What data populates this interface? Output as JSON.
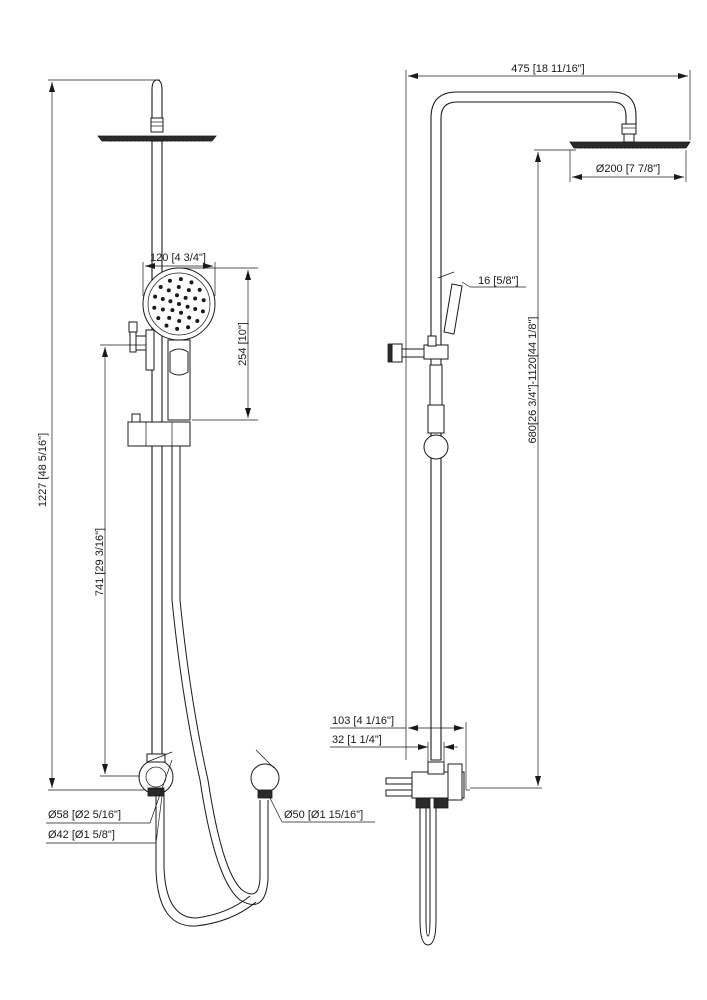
{
  "dimensions": {
    "overall_height": "1227 [48 5/16\"]",
    "bar_length": "741 [29 3/16\"]",
    "handshower_width": "120 [4 3/4\"]",
    "handshower_height": "254 [10\"]",
    "bracket_dia_58": "Ø58 [Ø2 5/16\"]",
    "bracket_dia_42": "Ø42 [Ø1 5/8\"]",
    "outlet_dia_50": "Ø50 [Ø1 15/16\"]",
    "arm_reach": "475 [18 11/16\"]",
    "head_dia": "Ø200 [7 7/8\"]",
    "slider_offset": "16 [5/8\"]",
    "adjustable_height": "680[26 3/4\"]-1120[44 1/8\"]",
    "valve_depth": "103 [4 1/16\"]",
    "valve_offset": "32 [1 1/4\"]"
  }
}
